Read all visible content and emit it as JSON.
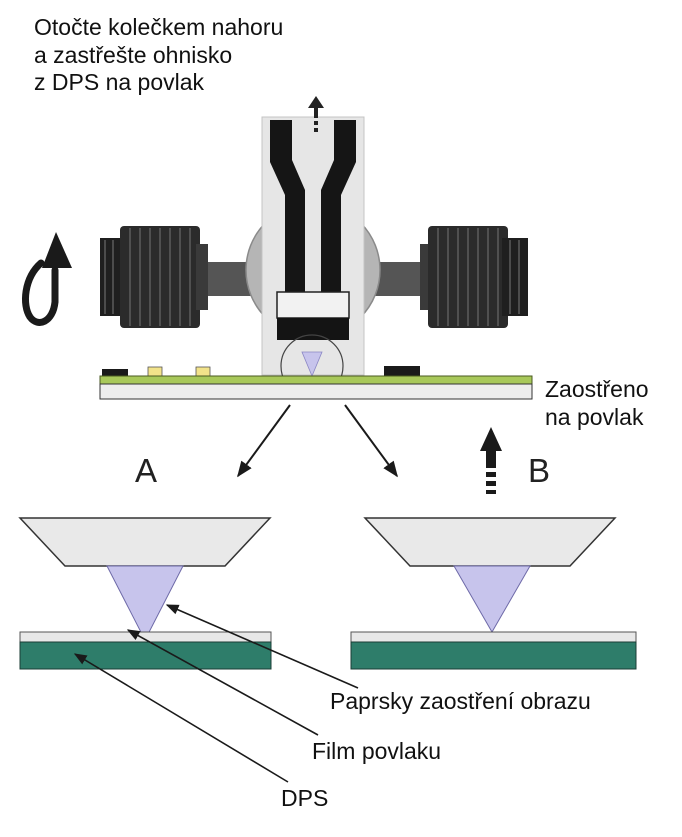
{
  "instruction": {
    "line1": "Otočte kolečkem nahoru",
    "line2": "a zastřešte ohnisko",
    "line3": "z DPS na povlak"
  },
  "focused_label": {
    "line1": "Zaostřeno",
    "line2": "na povlak"
  },
  "marker_a": "A",
  "marker_b": "B",
  "callouts": {
    "beams": "Paprsky zaostření obrazu",
    "film": "Film povlaku",
    "pcb": "DPS"
  },
  "colors": {
    "lens_gray": "#e4e4e4",
    "knob_black": "#2b2b2b",
    "board_green": "#a8c85a",
    "pcb_teal": "#2e7d6a",
    "beam_lavender": "#c7c4ec",
    "arrow_black": "#1a1a1a"
  },
  "icons": [
    "rotate-arrow-icon",
    "up-arrow-icon"
  ]
}
